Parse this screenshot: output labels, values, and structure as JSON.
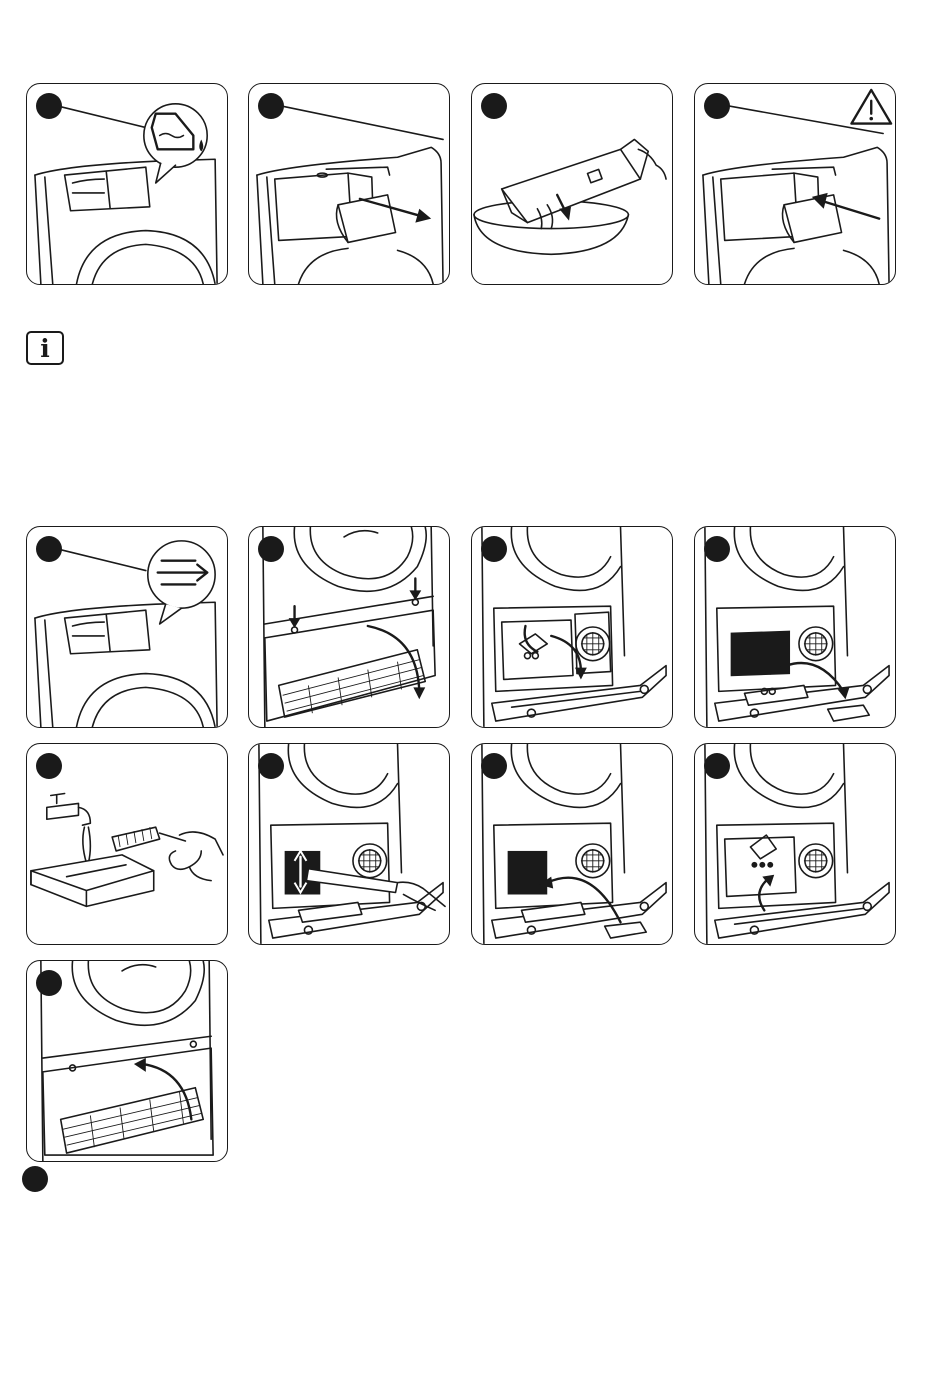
{
  "info_icon": {
    "glyph": "i",
    "icon": "info-icon"
  },
  "groups": [
    {
      "name": "condenser-water-container",
      "steps": 4
    },
    {
      "name": "heat-exchanger-filter",
      "steps": 9
    }
  ],
  "colors": {
    "line": "#1a1a1a",
    "background": "#ffffff"
  }
}
